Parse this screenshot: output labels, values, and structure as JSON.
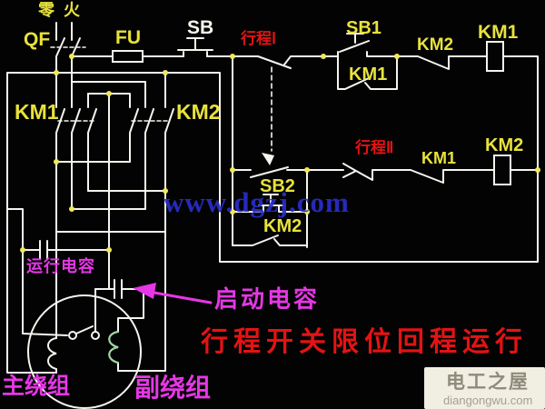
{
  "labels": {
    "neutral": "零",
    "live": "火",
    "qf": "QF",
    "fu": "FU",
    "sb": "SB",
    "limit1": "行程Ⅰ",
    "sb1": "SB1",
    "km2_nc": "KM2",
    "km1_coil": "KM1",
    "km1_aux": "KM1",
    "km1_main": "KM1",
    "km2_main": "KM2",
    "limit2": "行程Ⅱ",
    "km1_nc": "KM1",
    "km2_coil": "KM2",
    "sb2": "SB2",
    "km2_aux": "KM2",
    "run_cap": "运行电容",
    "start_cap": "启动电容",
    "main_winding": "主绕组",
    "aux_winding": "副绕组"
  },
  "caption": "行程开关限位回程运行",
  "watermarks": {
    "center": "www.dgzj.com",
    "box_title": "电工之屋",
    "box_url": "diangongwu.com"
  },
  "colors": {
    "wire": "#f5f5ef",
    "label_yellow": "#e8e23c",
    "label_white": "#f6f6ee",
    "annotation_red": "#e41313",
    "annotation_magenta": "#e637e6",
    "watermark_blue": "#2a2ecb",
    "aux_winding_green": "#9fd6a0",
    "junction_dot": "#efe95c",
    "background": "#030303"
  }
}
